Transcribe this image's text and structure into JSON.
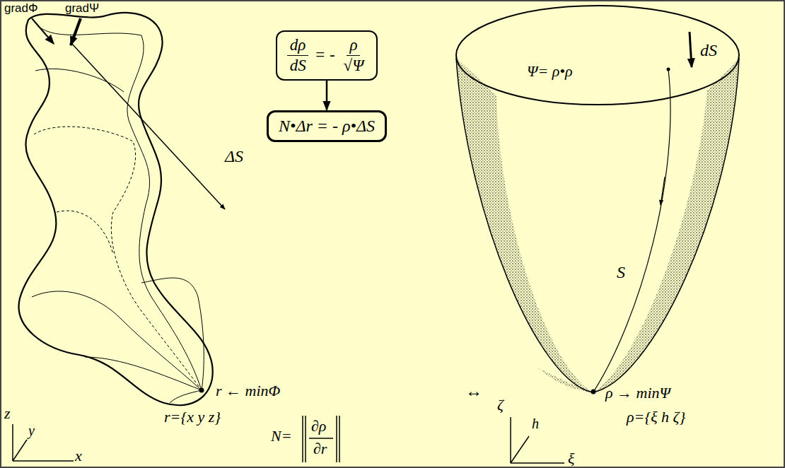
{
  "diagram": {
    "nodes": [
      {
        "text": [
          "dρ",
          "dS",
          "= -",
          "ρ",
          "√Ψ"
        ]
      },
      {
        "text": [
          "N•Δr = - ρ•ΔS"
        ]
      }
    ],
    "edges": [
      {
        "from": 0,
        "to": 1,
        "arrow": "to"
      }
    ],
    "labels": [
      "gradΦ",
      "gradΨ",
      "ΔS",
      "Ψ= ρ•ρ",
      "dS",
      "S",
      "r ← minΦ",
      "↔",
      "ρ → minΨ",
      "z",
      "y",
      "x",
      "r={x y z}",
      "N=",
      "∂ρ",
      "∂r",
      "ζ",
      "h",
      "ξ",
      "ρ={ξ h ζ}"
    ]
  }
}
